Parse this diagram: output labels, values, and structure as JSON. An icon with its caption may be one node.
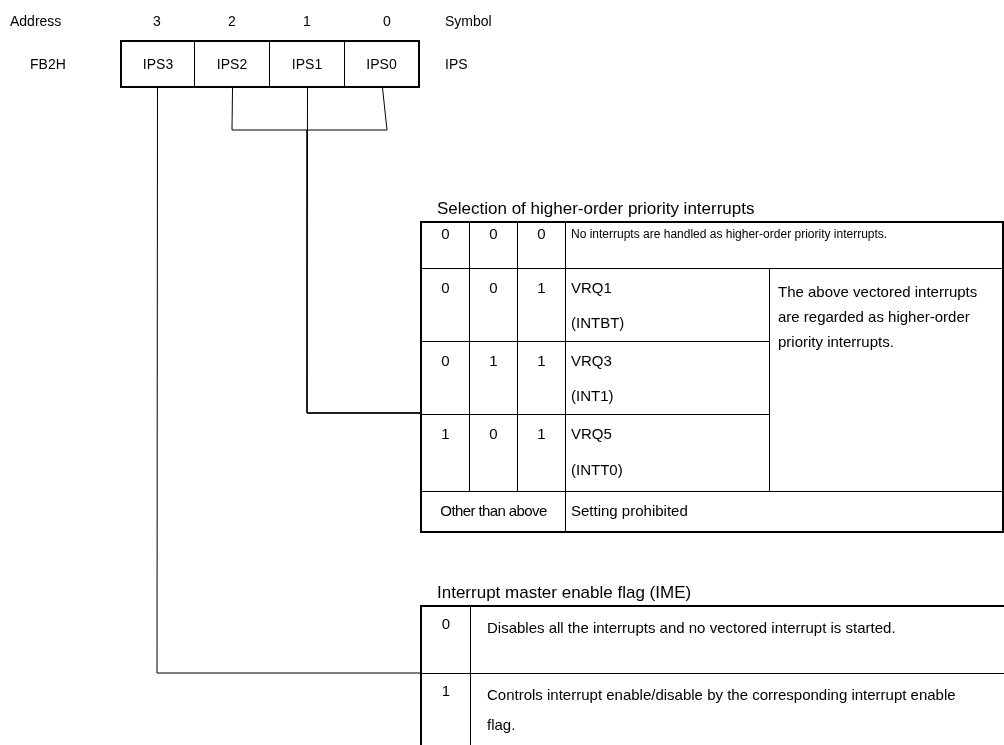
{
  "diagram": {
    "nodes": [
      {
        "text": [
          "IPS3"
        ]
      },
      {
        "text": [
          "IPS2"
        ]
      },
      {
        "text": [
          "IPS1"
        ]
      },
      {
        "text": [
          "IPS0"
        ]
      },
      {
        "text": [
          "Selection of higher-order priority interrupts"
        ]
      },
      {
        "text": [
          "Interrupt master enable flag (IME)"
        ]
      }
    ],
    "edges": [
      {
        "from": 1,
        "to": 4,
        "arrow": "none"
      },
      {
        "from": 2,
        "to": 4,
        "arrow": "none"
      },
      {
        "from": 3,
        "to": 4,
        "arrow": "none"
      },
      {
        "from": 0,
        "to": 5,
        "arrow": "none"
      }
    ],
    "labels": [
      "Address",
      "3",
      "2",
      "1",
      "0",
      "Symbol",
      "FB2H",
      "IPS",
      "0",
      "0",
      "0",
      "No interrupts are handled as higher-order priority interrupts.",
      "0",
      "0",
      "1",
      "VRQ1",
      "(INTBT)",
      "The above vectored interrupts are regarded as higher-order priority interrupts.",
      "0",
      "1",
      "1",
      "VRQ3",
      "(INT1)",
      "1",
      "0",
      "1",
      "VRQ5",
      "(INTT0)",
      "Other than above",
      "Setting prohibited",
      "0",
      "Disables all the interrupts and no vectored interrupt is started.",
      "1",
      "Controls interrupt enable/disable by the corresponding interrupt enable flag."
    ]
  }
}
